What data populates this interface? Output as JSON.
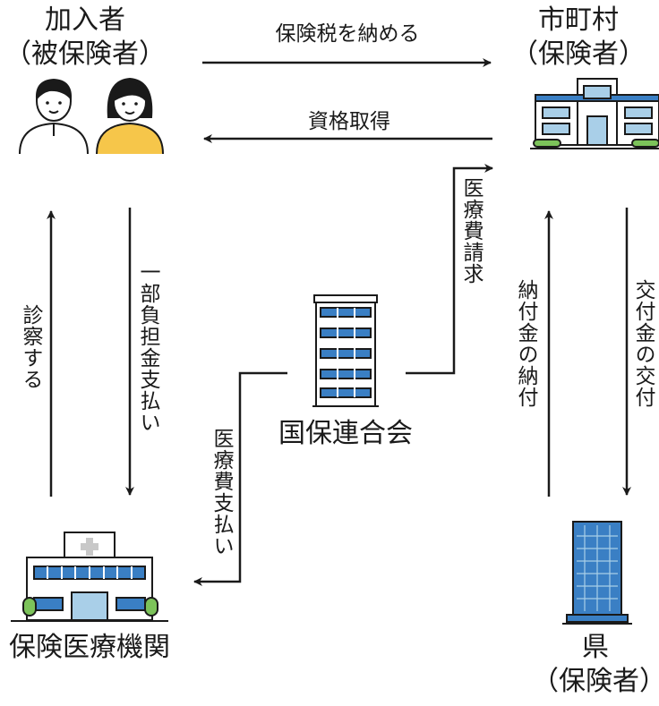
{
  "nodes": {
    "insured": {
      "name": "加入者",
      "sub": "（被保険者）"
    },
    "municipality": {
      "name": "市町村",
      "sub": "（保険者）"
    },
    "federation": {
      "name": "国保連合会"
    },
    "hospital": {
      "name": "保険医療機関"
    },
    "prefecture": {
      "name": "県",
      "sub": "（保険者）"
    }
  },
  "edges": {
    "pay_tax": "保険税を納める",
    "acquire": "資格取得",
    "medical_claim": "医療費請求",
    "medical_payment": "医療費支払い",
    "copay": "一部負担金支払い",
    "consult": "診察する",
    "contribution": "納付金の納付",
    "grant": "交付金の交付"
  },
  "colors": {
    "line": "#1a1a1a",
    "building_blue": "#3a7fc4",
    "window_light": "#a9cfe8",
    "person_yellow": "#f6c64a",
    "tree_green": "#7cc35a"
  }
}
